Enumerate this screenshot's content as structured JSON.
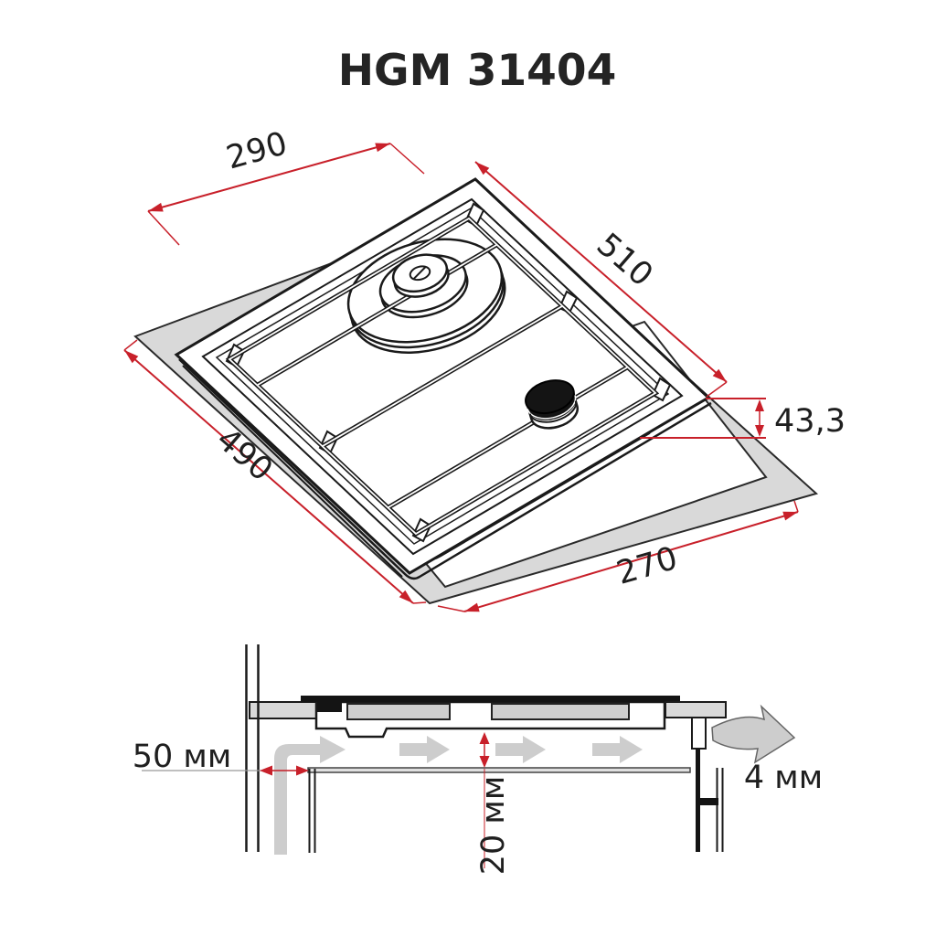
{
  "title": "HGM 31404",
  "isometric_view": {
    "description": "isometric drawing of single-burner domino gas hob above worktop cutout",
    "dimensions": {
      "hob_width_top": "290",
      "hob_length_right": "510",
      "hob_height_right": "43,3",
      "cutout_length_left": "490",
      "cutout_width_bottom": "270"
    }
  },
  "cross_section": {
    "description": "side cross-section showing installation clearances and airflow",
    "labels": {
      "wall_gap": "50 мм",
      "bottom_clearance": "20 мм",
      "rear_vent_gap": "4 мм"
    }
  },
  "colors": {
    "dimension_red": "#c8202a",
    "drawing_line": "#1a1a1a",
    "worktop_gray": "#d9d9d9",
    "airflow_gray": "#cdcdcd"
  }
}
